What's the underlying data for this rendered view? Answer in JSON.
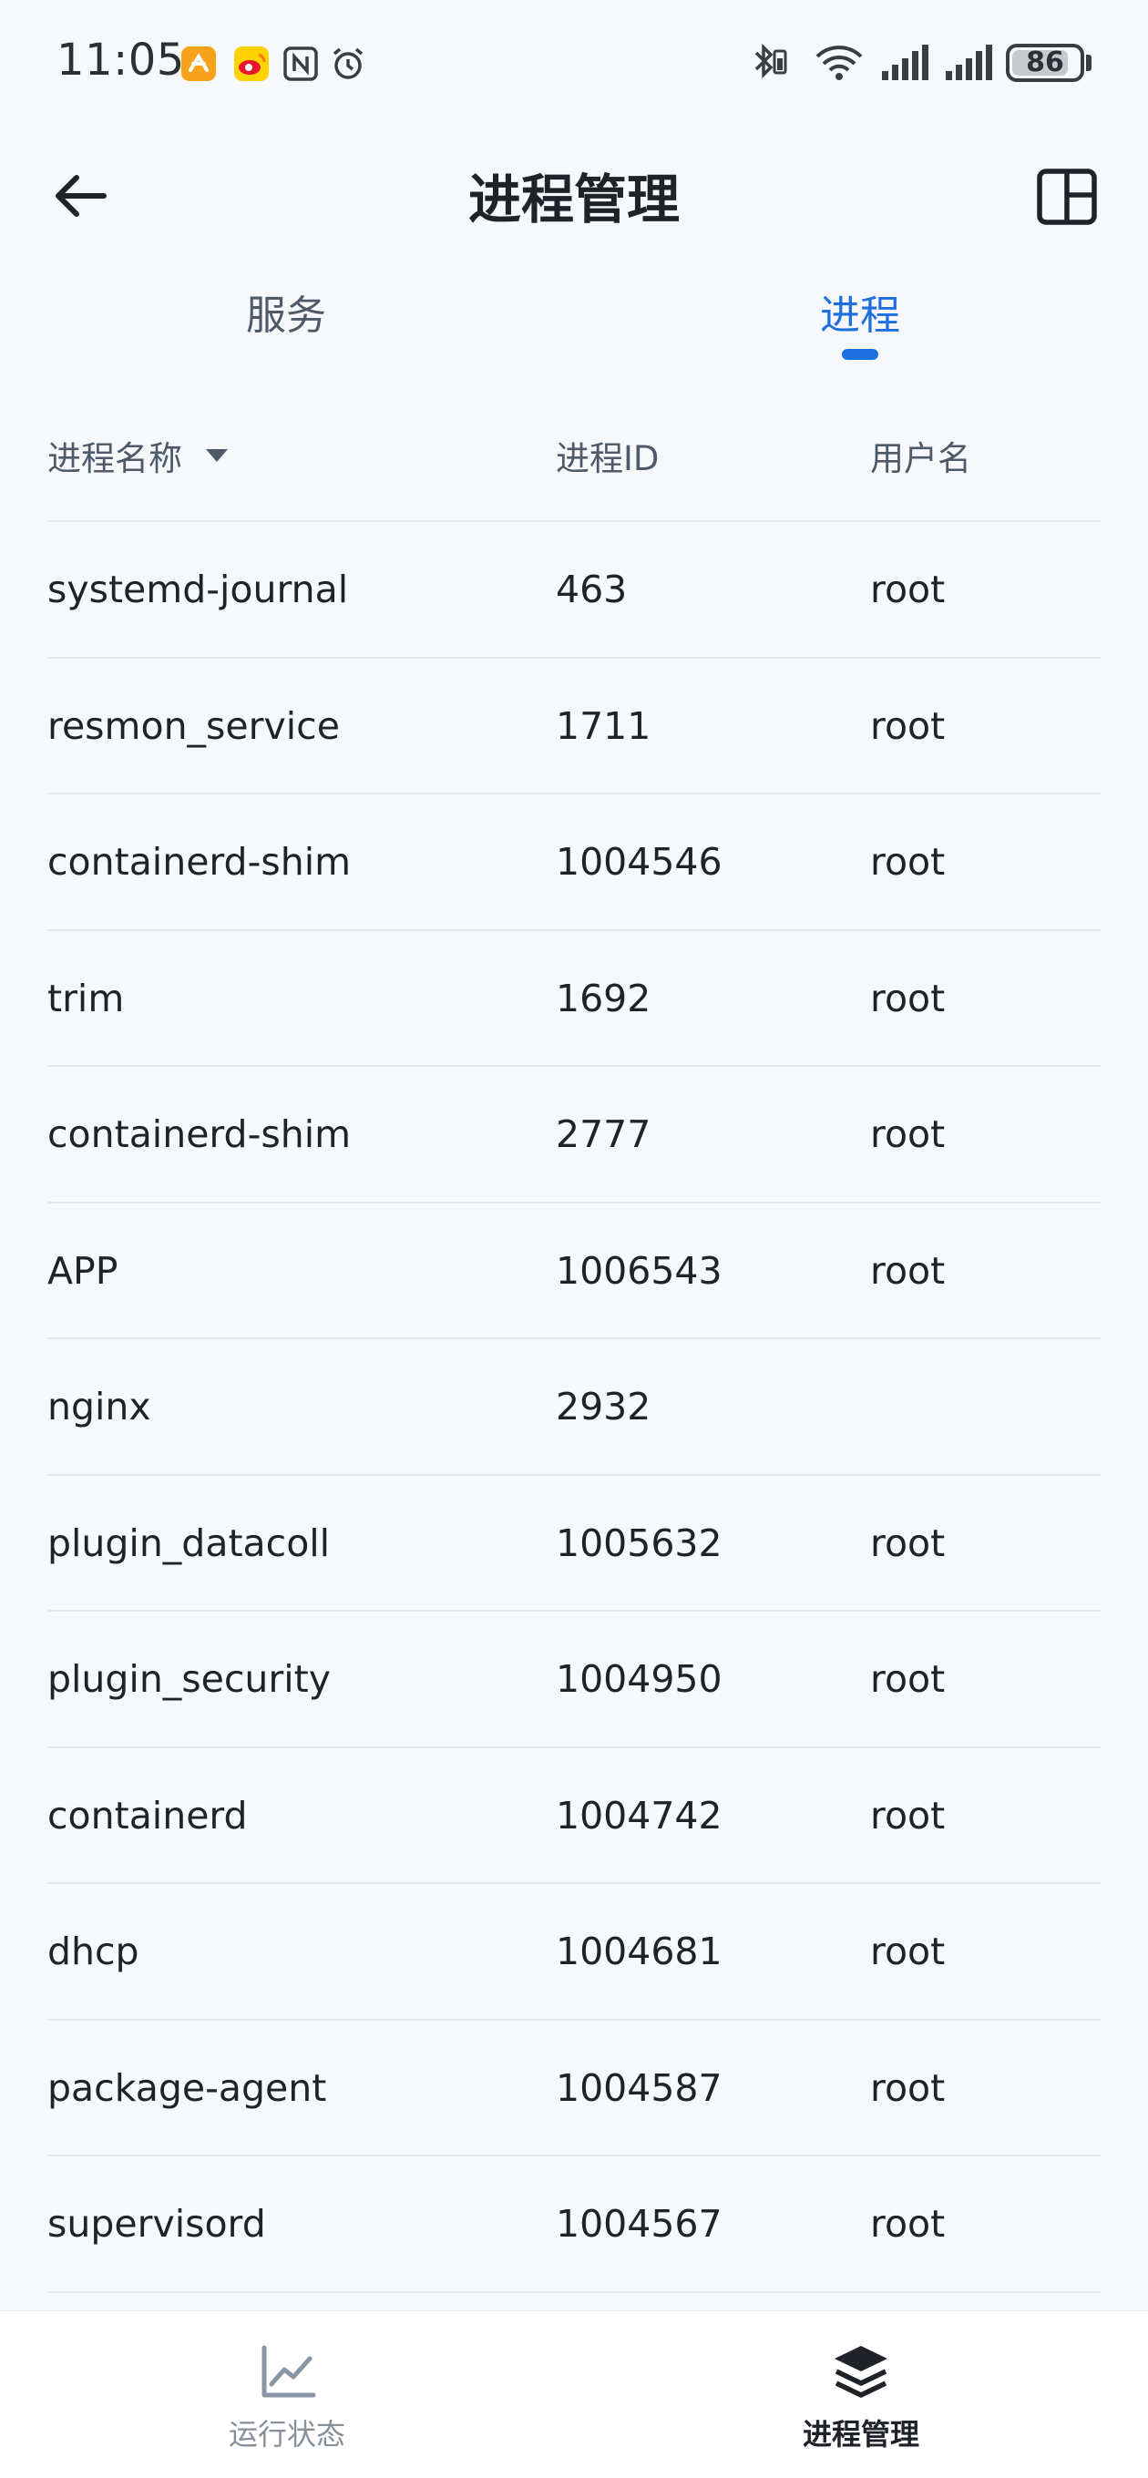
{
  "status_bar": {
    "time": "11:05",
    "battery": "86",
    "battery_percent": 86
  },
  "header": {
    "title": "进程管理"
  },
  "tabs": [
    {
      "label": "服务",
      "active": false
    },
    {
      "label": "进程",
      "active": true
    }
  ],
  "table": {
    "columns": [
      "进程名称",
      "进程ID",
      "用户名"
    ],
    "rows": [
      {
        "name": "systemd-journal",
        "pid": "463",
        "user": "root"
      },
      {
        "name": "resmon_service",
        "pid": "1711",
        "user": "root"
      },
      {
        "name": "containerd-shim",
        "pid": "1004546",
        "user": "root"
      },
      {
        "name": "trim",
        "pid": "1692",
        "user": "root"
      },
      {
        "name": "containerd-shim",
        "pid": "2777",
        "user": "root"
      },
      {
        "name": "APP",
        "pid": "1006543",
        "user": "root"
      },
      {
        "name": "nginx",
        "pid": "2932",
        "user": ""
      },
      {
        "name": "plugin_datacoll",
        "pid": "1005632",
        "user": "root"
      },
      {
        "name": "plugin_security",
        "pid": "1004950",
        "user": "root"
      },
      {
        "name": "containerd",
        "pid": "1004742",
        "user": "root"
      },
      {
        "name": "dhcp",
        "pid": "1004681",
        "user": "root"
      },
      {
        "name": "package-agent",
        "pid": "1004587",
        "user": "root"
      },
      {
        "name": "supervisord",
        "pid": "1004567",
        "user": "root"
      }
    ]
  },
  "bottom_nav": [
    {
      "label": "运行状态",
      "icon": "line-chart-icon",
      "active": false
    },
    {
      "label": "进程管理",
      "icon": "layers-icon",
      "active": true
    }
  ],
  "colors": {
    "accent": "#1d6fe0",
    "background": "#f6f8fb",
    "divider": "#e6e8eb",
    "muted": "#86909c"
  }
}
